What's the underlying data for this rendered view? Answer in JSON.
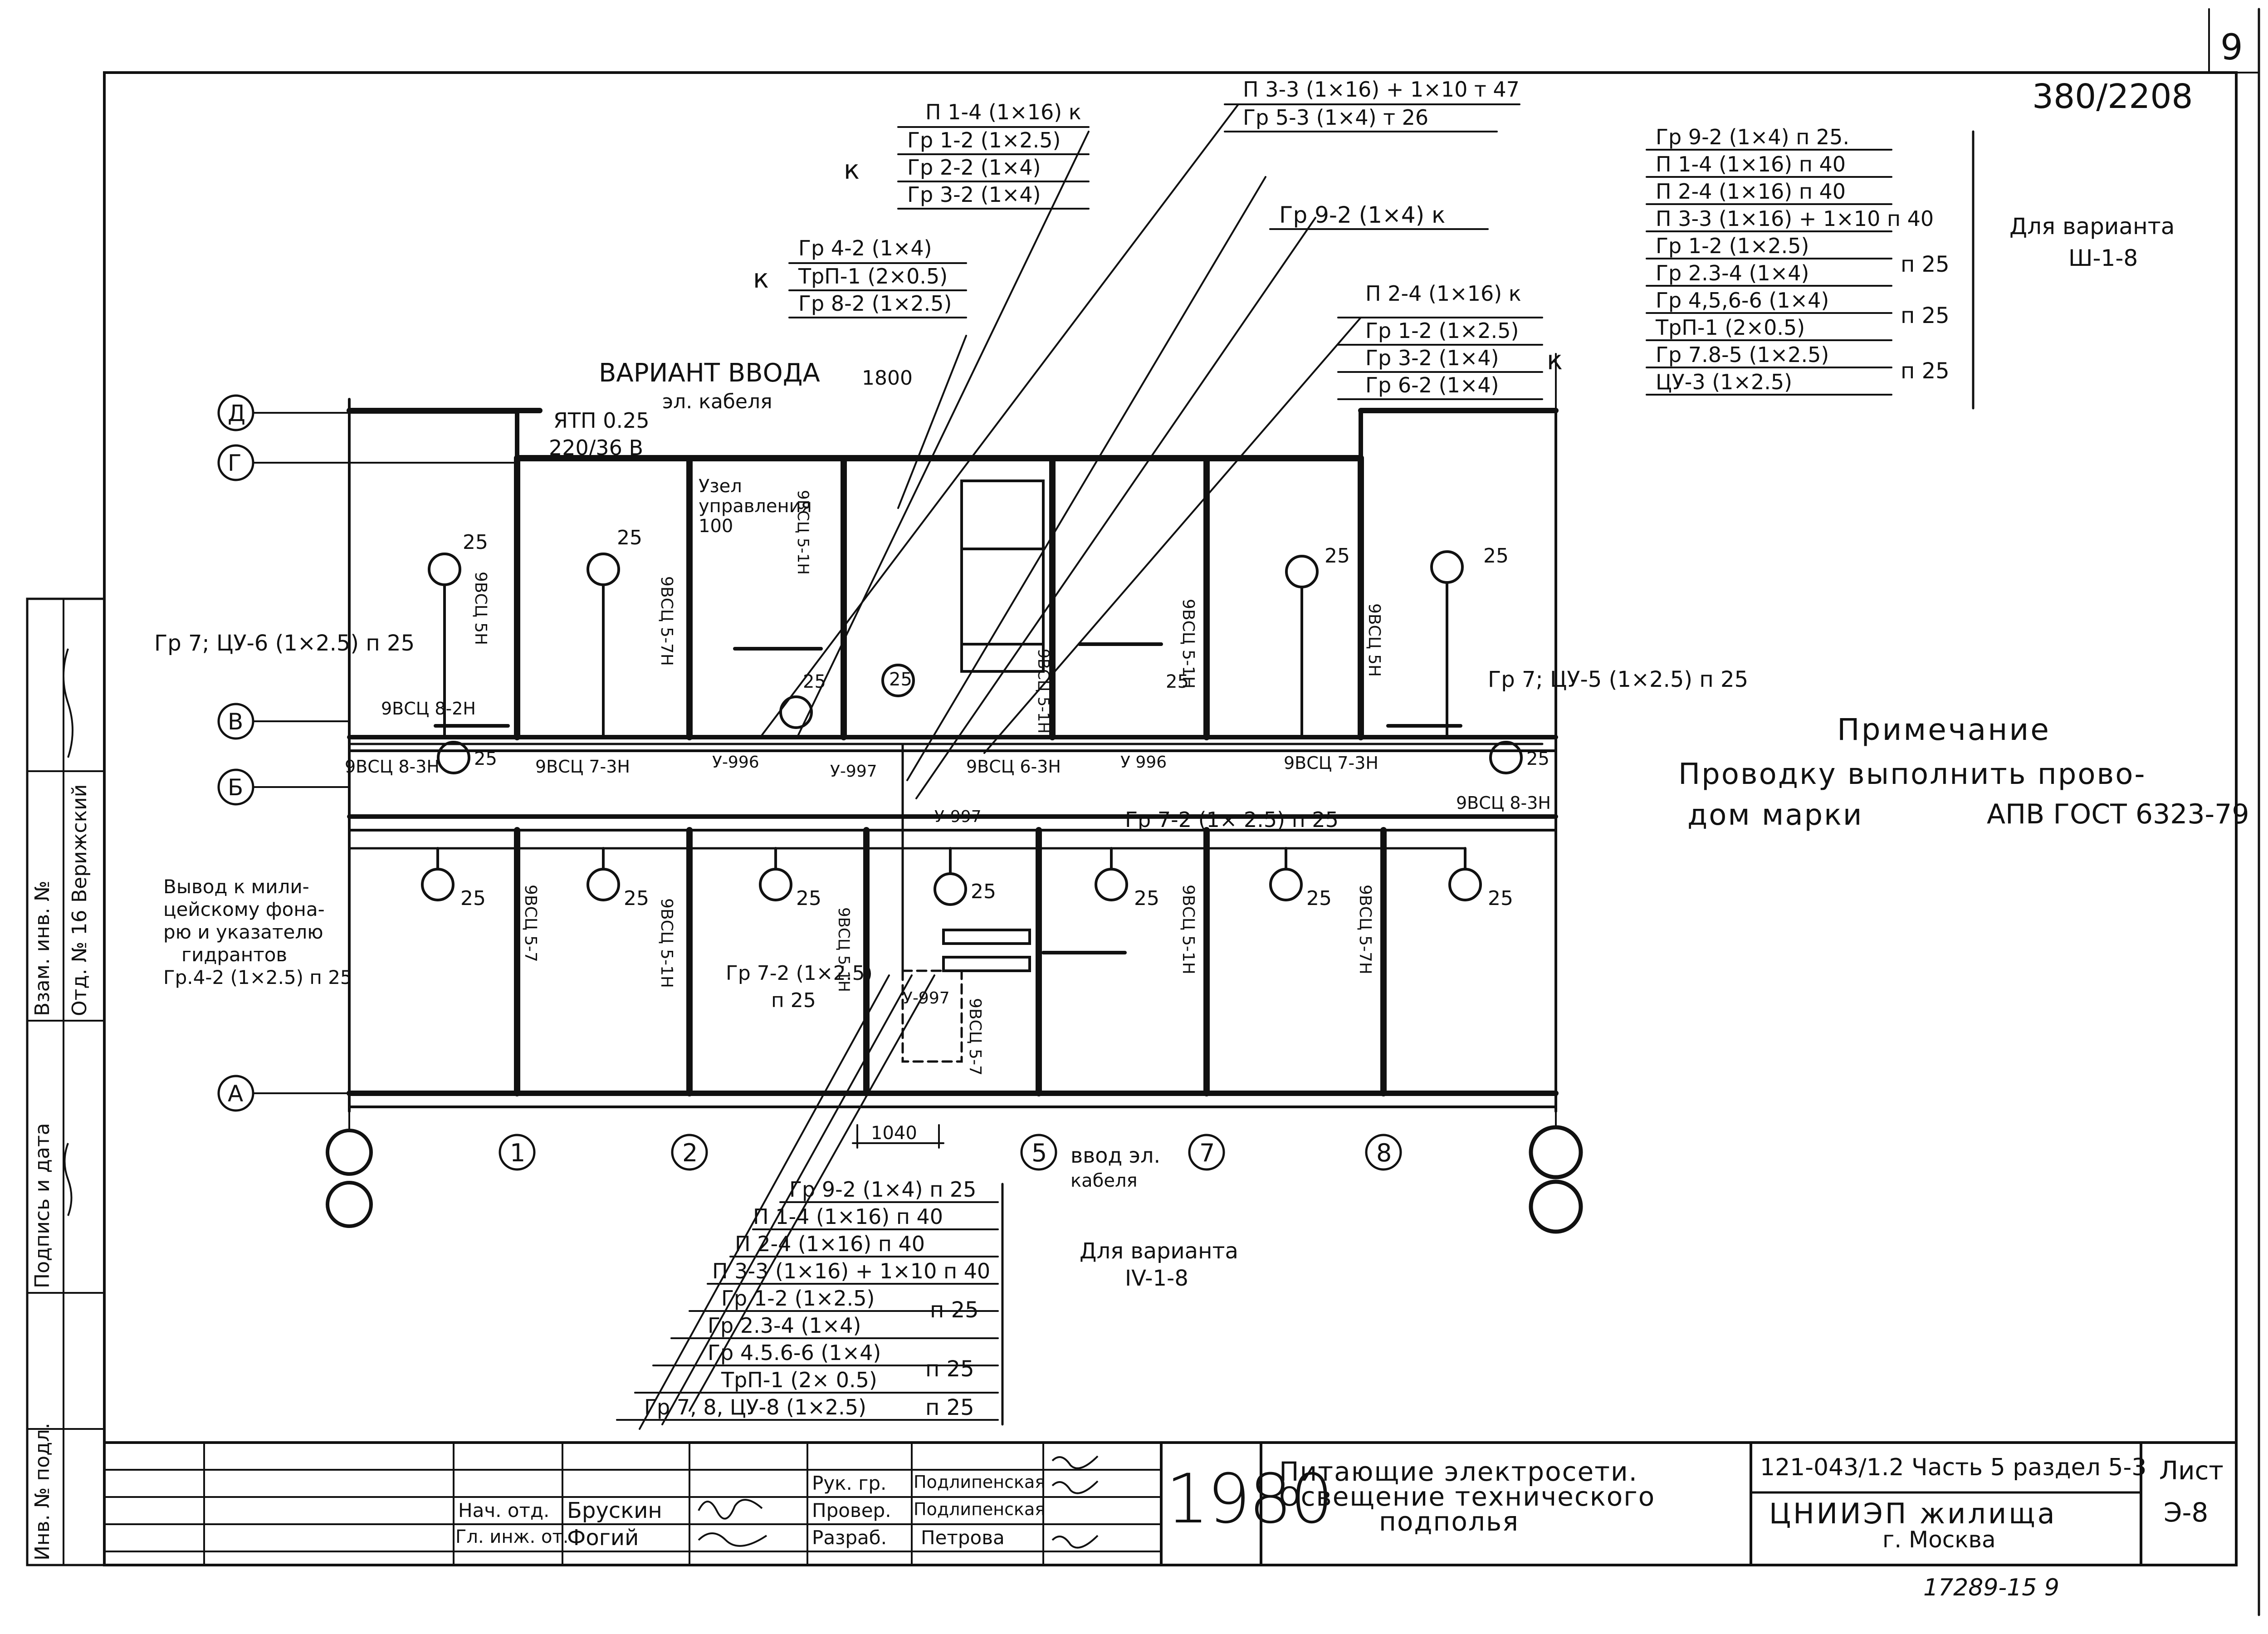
{
  "sheet": {
    "corner_number": "9",
    "corner_code": "380/2208",
    "bottom_stamp": "17289-15 9"
  },
  "axes": {
    "rows": [
      "Д",
      "Г",
      "В",
      "Б",
      "А"
    ],
    "cols": [
      "1",
      "2",
      "5",
      "7",
      "8"
    ]
  },
  "top_labels": {
    "variant_entry_title": "ВАРИАНТ ВВОДА",
    "variant_entry_sub": "эл. кабеля",
    "dim_1800": "1800",
    "ytp": "ЯТП 0.25",
    "ytp_volt": "220/36 В",
    "control_unit": "Узел управления",
    "control_unit_num": "100",
    "group_k": "к",
    "block_a": [
      "П 1-4 (1×16) к",
      "Гр 1-2 (1×2.5)",
      "Гр 2-2 (1×4)",
      "Гр 3-2 (1×4)"
    ],
    "block_b": [
      "Гр 4-2 (1×4)",
      "ТрП-1 (2×0.5)",
      "Гр 8-2 (1×2.5)"
    ],
    "block_c": [
      "П 3-3 (1×16) + 1×10 т 47",
      "Гр 5-3 (1×4) т 26"
    ],
    "block_d": "Гр 9-2 (1×4) к",
    "block_e": [
      "П 2-4 (1×16) к",
      "Гр 1-2 (1×2.5)",
      "Гр 3-2 (1×4)",
      "Гр 6-2 (1×4)"
    ]
  },
  "variant_3": {
    "title": "Для варианта",
    "code": "Ш-1-8",
    "rows": [
      "Гр 9-2 (1×4) п 25.",
      "П 1-4 (1×16) п 40",
      "П 2-4 (1×16) п 40",
      "П 3-3 (1×16) + 1×10 п 40",
      "Гр 1-2 (1×2.5)",
      "Гр 2.3-4 (1×4)",
      "Гр 4,5,6-6 (1×4)",
      "ТрП-1 (2×0.5)",
      "Гр 7.8-5 (1×2.5)",
      "ЦУ-3 (1×2.5)"
    ],
    "brackets": [
      "п 25",
      "п 25",
      "п 25"
    ]
  },
  "variant_4": {
    "title": "Для варианта",
    "code": "IV-1-8",
    "rows": [
      "Гр 9-2 (1×4) п 25",
      "П 1-4 (1×16) п 40",
      "П 2-4 (1×16) п 40",
      "П 3-3 (1×16) + 1×10 п 40",
      "Гр 1-2 (1×2.5)",
      "Гр 2.3-4 (1×4)",
      "Гр 4.5.6-6 (1×4)",
      "ТрП-1 (2× 0.5)",
      "Гр 7, 8, ЦУ-8 (1×2.5)"
    ],
    "brackets": [
      "п 25",
      "п 25",
      "п 25"
    ]
  },
  "plan_labels": {
    "gr7_cu6": "Гр 7; ЦУ-6 (1×2.5) п 25",
    "gr7_cu5": "Гр 7; ЦУ-5 (1×2.5) п 25",
    "gr7_2_mid": "Гр 7-2 (1× 2.5) п 25",
    "gr7_2_left": "Гр 7-2 (1×2.5)",
    "gr7_2_left_p": "п 25",
    "output_note": [
      "Вывод к мили-",
      "цейскому фона-",
      "рю и указателю",
      "гидрантов",
      "Гр.4-2 (1×2.5) п 25"
    ],
    "entry_cable": [
      "ввод эл.",
      "кабеля"
    ],
    "dim_1040": "1040",
    "lamp_power": "25",
    "boxes": [
      "У-996",
      "У-997",
      "У 996",
      "У-997",
      "У-997"
    ],
    "wires_h": [
      "9ВСЦ 8-2Н",
      "9ВСЦ 8-3Н",
      "9ВСЦ 7-3Н",
      "9ВСЦ 6-3Н",
      "9ВСЦ 7-3Н",
      "9ВСЦ 8-3Н"
    ],
    "wires_v": [
      "9ВСЦ 5Н",
      "9ВСЦ 5-7Н",
      "9ВСЦ 5-1Н",
      "9ВСЦ 5-1Н",
      "9ВСЦ 5-1Н",
      "9ВСЦ 5Н",
      "9ВСЦ 5-7",
      "9ВСЦ 5-1Н",
      "9ВСЦ 5-7",
      "9ВСЦ 5-1Н",
      "9ВСЦ 5-1Н",
      "9ВСЦ 5-7Н"
    ]
  },
  "note": {
    "title": "Примечание",
    "line1": "Проводку выполнить прово-",
    "line2": "дом марки",
    "line2b": "АПВ ГОСТ 6323-79"
  },
  "side_strip": [
    "Инв. № подл.",
    "Подпись и дата",
    "Взам. инв. №",
    "Отд. № 16",
    "Верижский"
  ],
  "title_block": {
    "roles": [
      "Нач. отд.",
      "Гл. инж. от.",
      "Рук. гр.",
      "Провер.",
      "Разраб."
    ],
    "names": [
      "Брускин",
      "Фогий",
      "Подлипенская",
      "Подлипенская",
      "Петрова"
    ],
    "year": "1980",
    "title1": "Питающие электросети.",
    "title2": "Освещение технического",
    "title3": "подполья",
    "doc_code": "121-043/1.2 Часть 5 раздел 5-3",
    "org": "ЦНИИЭП жилища",
    "city": "г. Москва",
    "sheet_label": "Лист",
    "sheet_num": "Э-8"
  }
}
